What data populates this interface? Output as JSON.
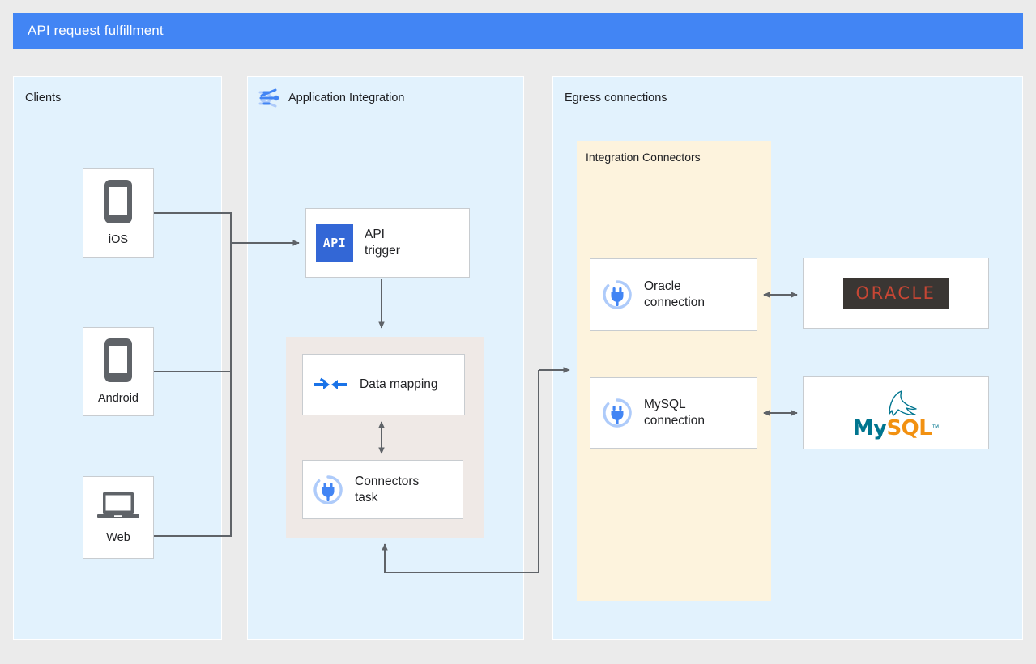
{
  "header": {
    "title": "API request fulfillment",
    "bar_color": "#4285f4",
    "text_color": "#ffffff"
  },
  "canvas": {
    "background": "#ebebeb",
    "panel_background": "#e2f2fd",
    "connectors_panel_background": "#fdf3dd",
    "mapping_group_background": "#efe9e6",
    "connector_stroke": "#5f6368"
  },
  "panels": {
    "clients": {
      "label": "Clients"
    },
    "application_integration": {
      "label": "Application Integration",
      "icon": "application-integration-icon"
    },
    "egress": {
      "label": "Egress connections"
    },
    "integration_connectors": {
      "label": "Integration Connectors"
    }
  },
  "nodes": {
    "ios": {
      "label": "iOS",
      "icon": "mobile-phone-icon"
    },
    "android": {
      "label": "Android",
      "icon": "mobile-phone-icon"
    },
    "web": {
      "label": "Web",
      "icon": "laptop-icon"
    },
    "api_trigger": {
      "label": "API\ntrigger",
      "line1": "API",
      "line2": "trigger",
      "icon": "api-chip-icon",
      "icon_text": "API"
    },
    "data_mapping": {
      "label": "Data mapping",
      "line1": "Data mapping",
      "line2": "",
      "icon": "data-mapping-arrows-icon"
    },
    "connectors_task": {
      "label": "Connectors\ntask",
      "line1": "Connectors",
      "line2": "task",
      "icon": "connector-plug-icon"
    },
    "oracle_connection": {
      "line1": "Oracle",
      "line2": "connection",
      "icon": "connector-plug-icon"
    },
    "mysql_connection": {
      "line1": "MySQL",
      "line2": "connection",
      "icon": "connector-plug-icon"
    },
    "oracle_logo": {
      "text": "ORACLE",
      "icon": "oracle-logo-icon",
      "bg": "#3a3633",
      "fg": "#c74634"
    },
    "mysql_logo": {
      "text_primary": "My",
      "text_secondary": "SQL",
      "trademark": "™",
      "icon": "mysql-logo-icon",
      "color_primary": "#00758f",
      "color_secondary": "#f29111"
    }
  },
  "colors": {
    "accent_blue": "#4285f4",
    "api_chip_blue": "#3367d6",
    "icon_gray": "#5f6368",
    "oracle_red": "#c74634",
    "mysql_teal": "#00758f",
    "mysql_orange": "#f29111"
  }
}
